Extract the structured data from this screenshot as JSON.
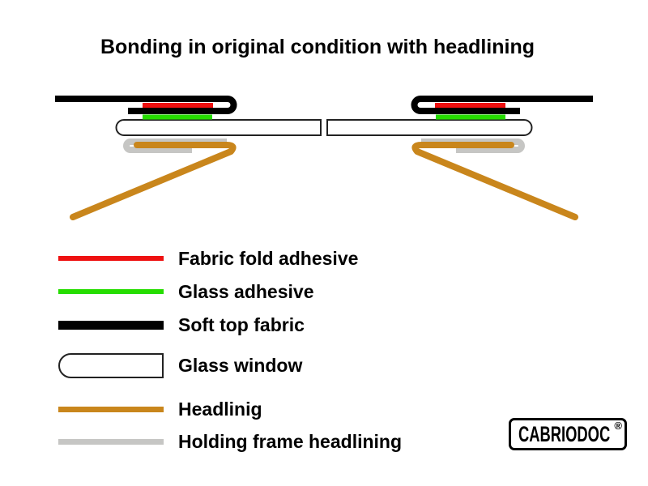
{
  "title": "Bonding in original condition with headlining",
  "colors": {
    "background": "#ffffff",
    "text": "#000000",
    "outline": "#222222",
    "fabric_fold_adhesive": "#ee1111",
    "glass_adhesive": "#26dd00",
    "soft_top_fabric": "#000000",
    "glass_window_fill": "#ffffff",
    "headlining": "#c9861c",
    "holding_frame": "#c6c6c4"
  },
  "legend": {
    "items": [
      {
        "key": "fabric-fold-adhesive",
        "label": "Fabric fold adhesive",
        "swatch_color": "#ee1111"
      },
      {
        "key": "glass-adhesive",
        "label": "Glass adhesive",
        "swatch_color": "#26dd00"
      },
      {
        "key": "soft-top-fabric",
        "label": "Soft top fabric",
        "swatch_color": "#000000"
      },
      {
        "key": "glass-window",
        "label": "Glass window",
        "swatch_color": "#ffffff"
      },
      {
        "key": "headlining",
        "label": "Headlinig",
        "swatch_color": "#c9861c"
      },
      {
        "key": "holding-frame-headlining",
        "label": "Holding frame headlining",
        "swatch_color": "#c6c6c4"
      }
    ]
  },
  "logo": {
    "text": "CABRIODOC",
    "registered_mark": "®"
  }
}
